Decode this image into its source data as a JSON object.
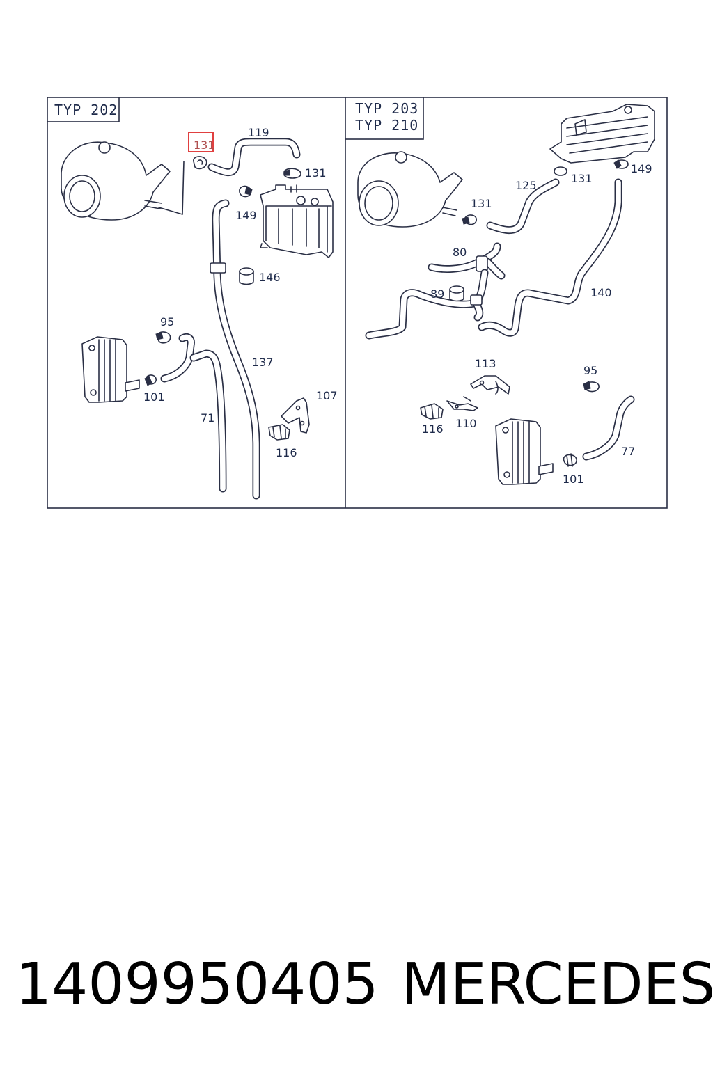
{
  "panels": [
    {
      "headers": [
        "TYP 202"
      ],
      "callouts": [
        "131",
        "119",
        "131",
        "149",
        "146",
        "95",
        "101",
        "137",
        "71",
        "107",
        "116"
      ]
    },
    {
      "headers": [
        "TYP 203",
        "TYP 210"
      ],
      "callouts": [
        "131",
        "149",
        "125",
        "131",
        "80",
        "89",
        "140",
        "113",
        "95",
        "116",
        "110",
        "77",
        "101"
      ]
    }
  ],
  "highlighted_callout": "131",
  "footer": {
    "part_number": "1409950405",
    "brand": "MERCEDES"
  },
  "colors": {
    "ink": "#2a2f45",
    "highlight_box": "#e04040"
  }
}
